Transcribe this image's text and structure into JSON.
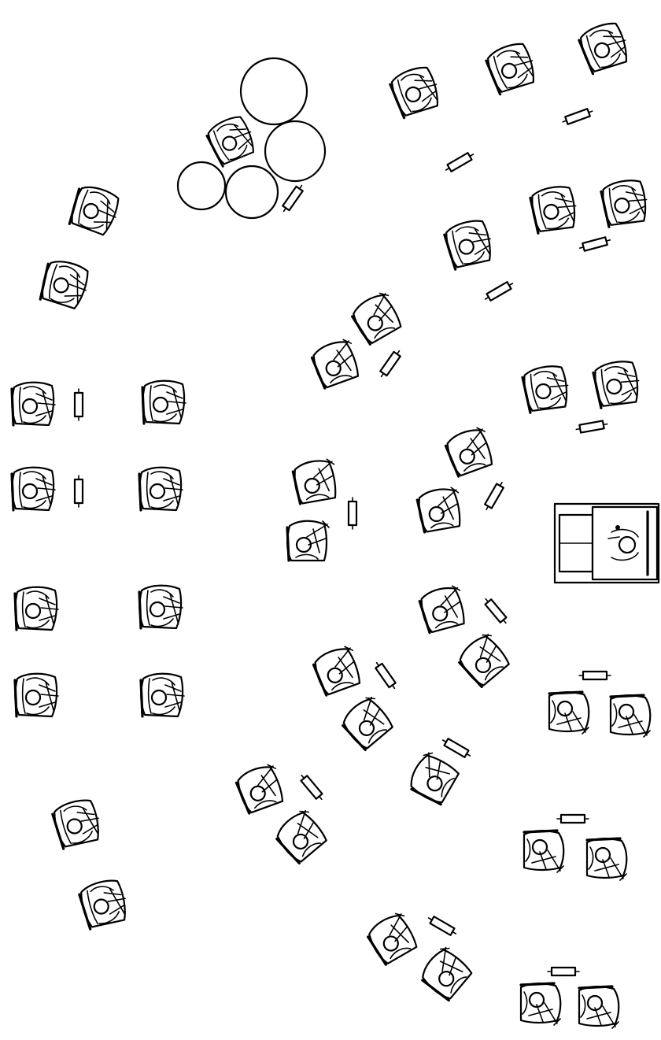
{
  "diagram": {
    "kind": "furniture-floor-plan",
    "line_color": "#000000",
    "background_color": "#ffffff",
    "symbols": [
      "armchair-with-seated-figure",
      "musician-seat-with-instrument",
      "music-stand",
      "kettle-drum",
      "piano-with-pianist"
    ]
  }
}
